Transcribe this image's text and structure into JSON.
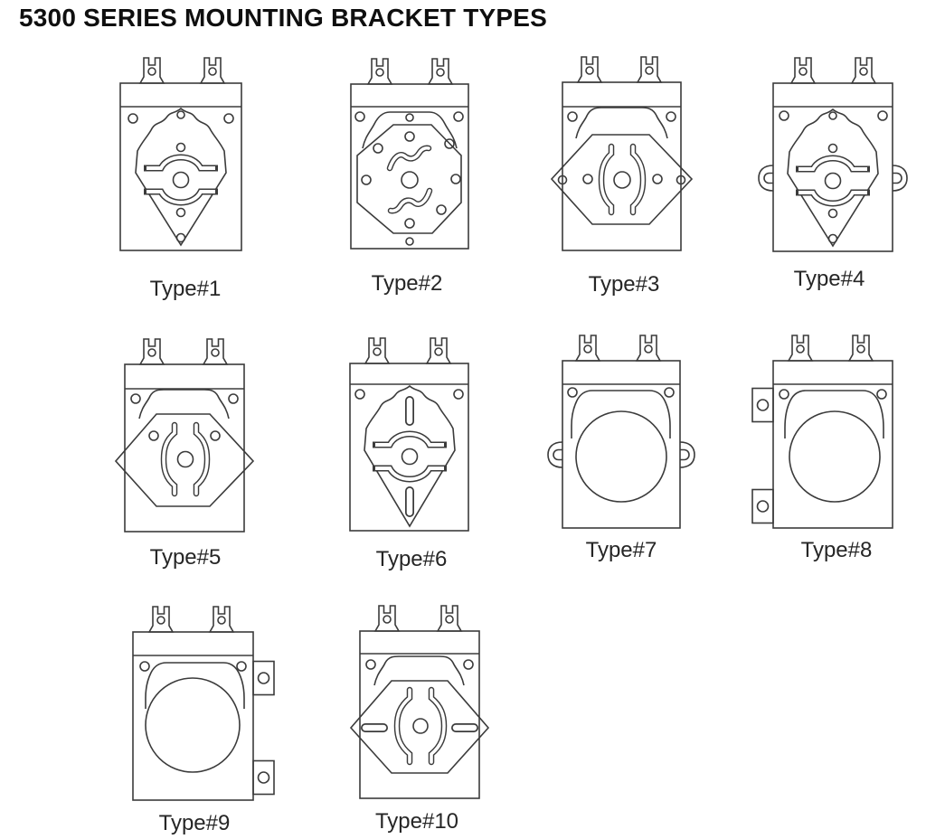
{
  "title": "5300 SERIES MOUNTING BRACKET TYPES",
  "colors": {
    "line": "#3b3b3b",
    "background": "#ffffff",
    "text": "#262626"
  },
  "types": [
    {
      "label": "Type#1",
      "figure": "motor-diamond-bracket-plate"
    },
    {
      "label": "Type#2",
      "figure": "motor-octagon-bracket-plate"
    },
    {
      "label": "Type#3",
      "figure": "motor-hex-wing-bracket-with-tip-holes"
    },
    {
      "label": "Type#4",
      "figure": "motor-diamond-bracket-with-side-ears"
    },
    {
      "label": "Type#5",
      "figure": "motor-large-hex-wing-bracket"
    },
    {
      "label": "Type#6",
      "figure": "motor-diamond-bracket-with-oblong-slots"
    },
    {
      "label": "Type#7",
      "figure": "motor-round-gearbox-with-side-ears"
    },
    {
      "label": "Type#8",
      "figure": "motor-round-gearbox-with-left-tabs"
    },
    {
      "label": "Type#9",
      "figure": "motor-round-gearbox-with-right-tabs"
    },
    {
      "label": "Type#10",
      "figure": "motor-hex-wing-bracket-with-oval-slots"
    }
  ]
}
